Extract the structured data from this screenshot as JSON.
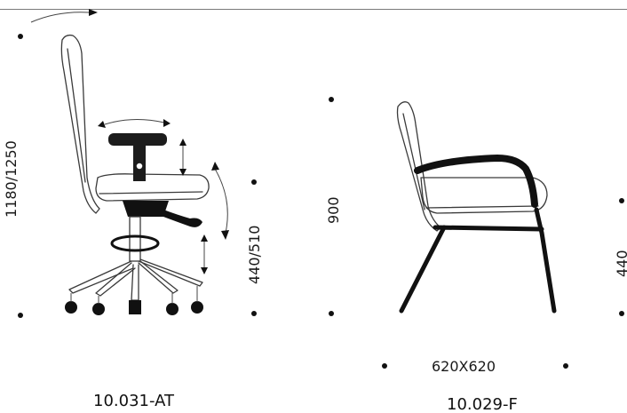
{
  "chair_left": {
    "height_dim": "1180/1250",
    "seat_height_dim": "440/510",
    "model_code": "10.031-AT"
  },
  "chair_right": {
    "height_dim": "900",
    "seat_height_dim": "440",
    "footprint_dim": "620X620",
    "model_code": "10.029-F"
  },
  "colors": {
    "line": "#3a3a3a",
    "ink": "#111111",
    "rule": "#7a7a7a"
  }
}
